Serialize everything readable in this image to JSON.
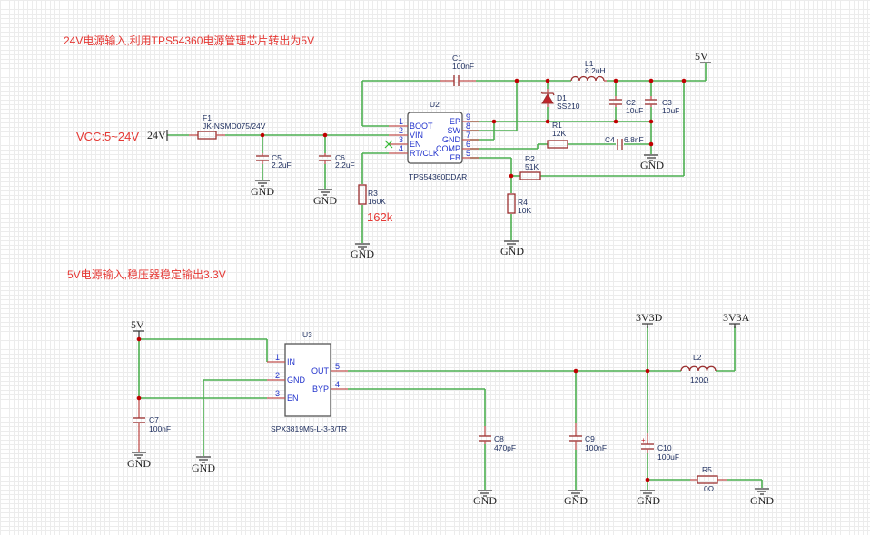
{
  "notes": {
    "top_title": "24V电源输入,利用TPS54360电源管理芯片转出为5V",
    "bottom_title": "5V电源输入,稳压器稳定输出3.3V",
    "vcc_range": "VCC:5~24V",
    "r3_annotation": "162k"
  },
  "nets": {
    "vin": "24V",
    "v5_top": "5V",
    "v5_bottom": "5V",
    "v3v3d": "3V3D",
    "v3v3a": "3V3A",
    "gnd": "GND"
  },
  "components": {
    "F1": {
      "ref": "F1",
      "value": "JK-NSMD075/24V"
    },
    "C5": {
      "ref": "C5",
      "value": "2.2uF"
    },
    "C6": {
      "ref": "C6",
      "value": "2.2uF"
    },
    "R3": {
      "ref": "R3",
      "value": "160K"
    },
    "C1": {
      "ref": "C1",
      "value": "100nF"
    },
    "L1": {
      "ref": "L1",
      "value": "8.2uH"
    },
    "D1": {
      "ref": "D1",
      "value": "SS210"
    },
    "C2": {
      "ref": "C2",
      "value": "10uF"
    },
    "C3": {
      "ref": "C3",
      "value": "10uF"
    },
    "R1": {
      "ref": "R1",
      "value": "12K"
    },
    "C4": {
      "ref": "C4",
      "value": "6.8nF"
    },
    "R2": {
      "ref": "R2",
      "value": "51K"
    },
    "R4": {
      "ref": "R4",
      "value": "10K"
    },
    "C7": {
      "ref": "C7",
      "value": "100nF"
    },
    "C8": {
      "ref": "C8",
      "value": "470pF"
    },
    "C9": {
      "ref": "C9",
      "value": "100nF"
    },
    "C10": {
      "ref": "C10",
      "value": "100uF",
      "polarity": "+"
    },
    "L2": {
      "ref": "L2",
      "value": "120Ω"
    },
    "R5": {
      "ref": "R5",
      "value": "0Ω"
    }
  },
  "U2": {
    "ref": "U2",
    "part": "TPS54360DDAR",
    "left_pins": [
      {
        "num": "1",
        "name": "BOOT"
      },
      {
        "num": "2",
        "name": "VIN"
      },
      {
        "num": "3",
        "name": "EN"
      },
      {
        "num": "4",
        "name": "RT/CLK"
      }
    ],
    "right_pins": [
      {
        "num": "9",
        "name": "EP"
      },
      {
        "num": "8",
        "name": "SW"
      },
      {
        "num": "7",
        "name": "GND"
      },
      {
        "num": "6",
        "name": "COMP"
      },
      {
        "num": "5",
        "name": "FB"
      }
    ]
  },
  "U3": {
    "ref": "U3",
    "part": "SPX3819M5-L-3-3/TR",
    "left_pins": [
      {
        "num": "1",
        "name": "IN"
      },
      {
        "num": "2",
        "name": "GND"
      },
      {
        "num": "3",
        "name": "EN"
      }
    ],
    "right_pins": [
      {
        "num": "5",
        "name": "OUT"
      },
      {
        "num": "4",
        "name": "BYP"
      }
    ]
  }
}
